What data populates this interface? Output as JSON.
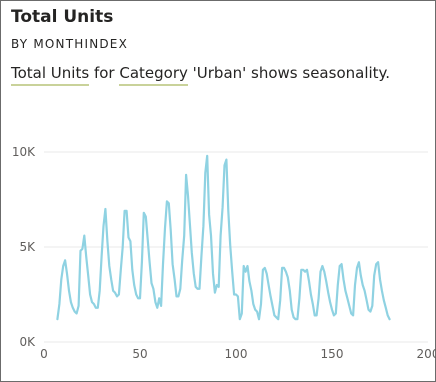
{
  "visual": {
    "title": "Total Units",
    "subtitle": "BY MONTHINDEX",
    "narrative": {
      "measure": "Total Units",
      "for_word": "for",
      "field": "Category",
      "rest": "'Urban' shows seasonality."
    }
  },
  "colors": {
    "line": "#8fd2e2",
    "grid": "#e8e8e8",
    "underline": "#c9d29a",
    "text": "#252423"
  },
  "chart_data": {
    "type": "line",
    "title": "Total Units",
    "xlabel": "",
    "ylabel": "",
    "xlim": [
      0,
      200
    ],
    "ylim": [
      0,
      10000
    ],
    "x_ticks": [
      0,
      50,
      100,
      150,
      200
    ],
    "y_ticks": [
      0,
      5000,
      10000
    ],
    "x_tick_labels": [
      "0",
      "50",
      "100",
      "150",
      "200"
    ],
    "y_tick_labels": [
      "0K",
      "5K",
      "10K"
    ],
    "grid": true,
    "series": [
      {
        "points": [
          [
            7,
            1200
          ],
          [
            8,
            2000
          ],
          [
            9,
            3300
          ],
          [
            10,
            4000
          ],
          [
            11,
            4300
          ],
          [
            12,
            3600
          ],
          [
            13,
            2700
          ],
          [
            14,
            2100
          ],
          [
            15,
            1800
          ],
          [
            16,
            1600
          ],
          [
            17,
            1500
          ],
          [
            18,
            1900
          ],
          [
            19,
            4800
          ],
          [
            20,
            4900
          ],
          [
            21,
            5600
          ],
          [
            22,
            4500
          ],
          [
            23,
            3500
          ],
          [
            24,
            2500
          ],
          [
            25,
            2100
          ],
          [
            26,
            2000
          ],
          [
            27,
            1800
          ],
          [
            28,
            1800
          ],
          [
            29,
            2700
          ],
          [
            30,
            4500
          ],
          [
            31,
            6100
          ],
          [
            32,
            7000
          ],
          [
            33,
            5300
          ],
          [
            34,
            4000
          ],
          [
            35,
            3300
          ],
          [
            36,
            2700
          ],
          [
            37,
            2600
          ],
          [
            38,
            2400
          ],
          [
            39,
            2500
          ],
          [
            40,
            3800
          ],
          [
            41,
            5000
          ],
          [
            42,
            6900
          ],
          [
            43,
            6900
          ],
          [
            44,
            5500
          ],
          [
            45,
            5300
          ],
          [
            46,
            3800
          ],
          [
            47,
            3000
          ],
          [
            48,
            2500
          ],
          [
            49,
            2300
          ],
          [
            50,
            2300
          ],
          [
            51,
            4200
          ],
          [
            52,
            6800
          ],
          [
            53,
            6600
          ],
          [
            54,
            5400
          ],
          [
            55,
            4200
          ],
          [
            56,
            3100
          ],
          [
            57,
            2800
          ],
          [
            58,
            2100
          ],
          [
            59,
            1800
          ],
          [
            60,
            2300
          ],
          [
            61,
            1900
          ],
          [
            62,
            4100
          ],
          [
            63,
            6000
          ],
          [
            64,
            7400
          ],
          [
            65,
            7300
          ],
          [
            66,
            5900
          ],
          [
            67,
            4100
          ],
          [
            68,
            3300
          ],
          [
            69,
            2400
          ],
          [
            70,
            2400
          ],
          [
            71,
            2800
          ],
          [
            72,
            4300
          ],
          [
            73,
            5600
          ],
          [
            74,
            8800
          ],
          [
            75,
            7700
          ],
          [
            76,
            6200
          ],
          [
            77,
            4700
          ],
          [
            78,
            3600
          ],
          [
            79,
            2900
          ],
          [
            80,
            2800
          ],
          [
            81,
            2800
          ],
          [
            82,
            4500
          ],
          [
            83,
            6100
          ],
          [
            84,
            8900
          ],
          [
            85,
            9800
          ],
          [
            86,
            6700
          ],
          [
            87,
            5600
          ],
          [
            88,
            3600
          ],
          [
            89,
            2600
          ],
          [
            90,
            3000
          ],
          [
            91,
            2900
          ],
          [
            92,
            5600
          ],
          [
            93,
            7100
          ],
          [
            94,
            9300
          ],
          [
            95,
            9600
          ],
          [
            96,
            6900
          ],
          [
            97,
            5100
          ],
          [
            98,
            3700
          ],
          [
            99,
            2500
          ],
          [
            100,
            2500
          ],
          [
            101,
            2400
          ],
          [
            102,
            1200
          ],
          [
            103,
            1500
          ],
          [
            104,
            4000
          ],
          [
            105,
            3700
          ],
          [
            106,
            4000
          ],
          [
            107,
            3200
          ],
          [
            108,
            2700
          ],
          [
            109,
            2000
          ],
          [
            110,
            1700
          ],
          [
            111,
            1600
          ],
          [
            112,
            1200
          ],
          [
            113,
            2000
          ],
          [
            114,
            3800
          ],
          [
            115,
            3900
          ],
          [
            116,
            3600
          ],
          [
            117,
            3000
          ],
          [
            118,
            2400
          ],
          [
            119,
            1900
          ],
          [
            120,
            1400
          ],
          [
            121,
            1300
          ],
          [
            122,
            1200
          ],
          [
            123,
            2200
          ],
          [
            124,
            3900
          ],
          [
            125,
            3900
          ],
          [
            126,
            3700
          ],
          [
            127,
            3400
          ],
          [
            128,
            2700
          ],
          [
            129,
            1700
          ],
          [
            130,
            1300
          ],
          [
            131,
            1200
          ],
          [
            132,
            1200
          ],
          [
            133,
            2300
          ],
          [
            134,
            3800
          ],
          [
            135,
            3800
          ],
          [
            136,
            3700
          ],
          [
            137,
            3800
          ],
          [
            138,
            3200
          ],
          [
            139,
            2500
          ],
          [
            140,
            2000
          ],
          [
            141,
            1400
          ],
          [
            142,
            1400
          ],
          [
            143,
            2300
          ],
          [
            144,
            3700
          ],
          [
            145,
            4000
          ],
          [
            146,
            3700
          ],
          [
            147,
            3200
          ],
          [
            148,
            2600
          ],
          [
            149,
            2100
          ],
          [
            150,
            1700
          ],
          [
            151,
            1400
          ],
          [
            152,
            1500
          ],
          [
            153,
            3000
          ],
          [
            154,
            4000
          ],
          [
            155,
            4100
          ],
          [
            156,
            3300
          ],
          [
            157,
            2700
          ],
          [
            158,
            2300
          ],
          [
            159,
            1900
          ],
          [
            160,
            1500
          ],
          [
            161,
            1400
          ],
          [
            162,
            3000
          ],
          [
            163,
            3900
          ],
          [
            164,
            4200
          ],
          [
            165,
            3500
          ],
          [
            166,
            3000
          ],
          [
            167,
            2700
          ],
          [
            168,
            2200
          ],
          [
            169,
            1700
          ],
          [
            170,
            1600
          ],
          [
            171,
            1900
          ],
          [
            172,
            3500
          ],
          [
            173,
            4100
          ],
          [
            174,
            4200
          ],
          [
            175,
            3300
          ],
          [
            176,
            2700
          ],
          [
            177,
            2200
          ],
          [
            178,
            1800
          ],
          [
            179,
            1400
          ],
          [
            180,
            1200
          ]
        ]
      }
    ]
  }
}
